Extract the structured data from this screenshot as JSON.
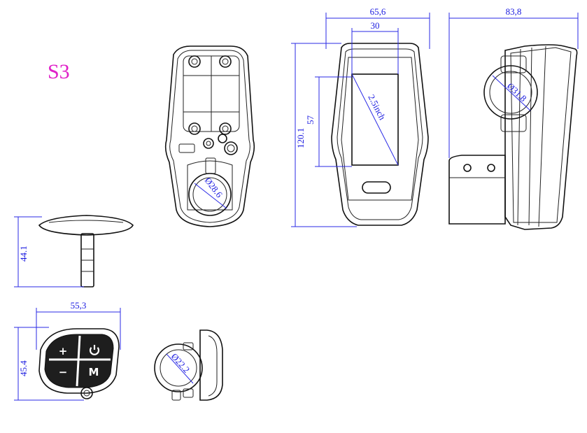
{
  "model_label": "S3",
  "colors": {
    "model_label": "#e020c8",
    "dimension": "#1a1ae0",
    "outline": "#111111"
  },
  "dimensions": {
    "display_width": "65,6",
    "screen_width": "30",
    "side_depth": "83,8",
    "display_height": "120.1",
    "screen_height": "57",
    "screen_diagonal": "2.5inch",
    "handlebar_clamp": "Ø31.8",
    "rear_hole": "Ø28.6",
    "remote_height_side": "44.1",
    "remote_width": "55,3",
    "remote_height": "45.4",
    "remote_clamp": "Ø22.2"
  },
  "remote_buttons": {
    "plus": "+",
    "minus": "−",
    "mode": "M",
    "power": "power-icon"
  }
}
